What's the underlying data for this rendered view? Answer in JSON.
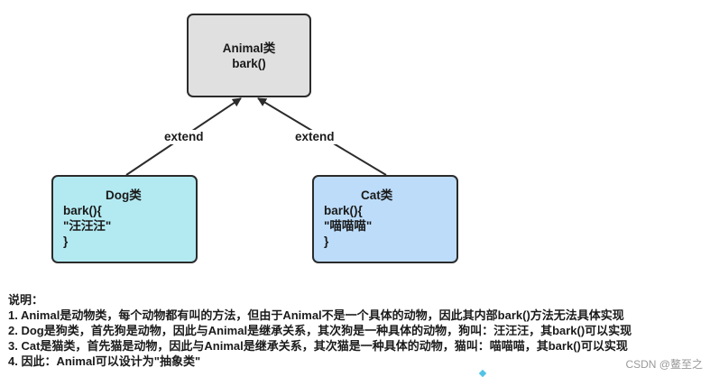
{
  "animal": {
    "title": "Animal类",
    "method": "bark()"
  },
  "dog": {
    "title": "Dog类",
    "lines": [
      "bark(){",
      "\"汪汪汪\"",
      "}"
    ]
  },
  "cat": {
    "title": "Cat类",
    "lines": [
      "bark(){",
      "\"喵喵喵\"",
      "}"
    ]
  },
  "edges": {
    "dog_label": "extend",
    "cat_label": "extend"
  },
  "notes": {
    "heading": "说明：",
    "items": [
      "1. Animal是动物类，每个动物都有叫的方法，但由于Animal不是一个具体的动物，因此其内部bark()方法无法具体实现",
      "2. Dog是狗类，首先狗是动物，因此与Animal是继承关系，其次狗是一种具体的动物，狗叫：汪汪汪，其bark()可以实现",
      "3. Cat是猫类，首先猫是动物，因此与Animal是继承关系，其次猫是一种具体的动物，猫叫：喵喵喵，其bark()可以实现",
      "4. 因此：Animal可以设计为\"抽象类\""
    ]
  },
  "watermark": "CSDN @鳌至之",
  "colors": {
    "animal_fill": "#e0e0e0",
    "dog_fill": "#b3eaf2",
    "cat_fill": "#bcdcfa",
    "stroke": "#2b2b2b"
  }
}
